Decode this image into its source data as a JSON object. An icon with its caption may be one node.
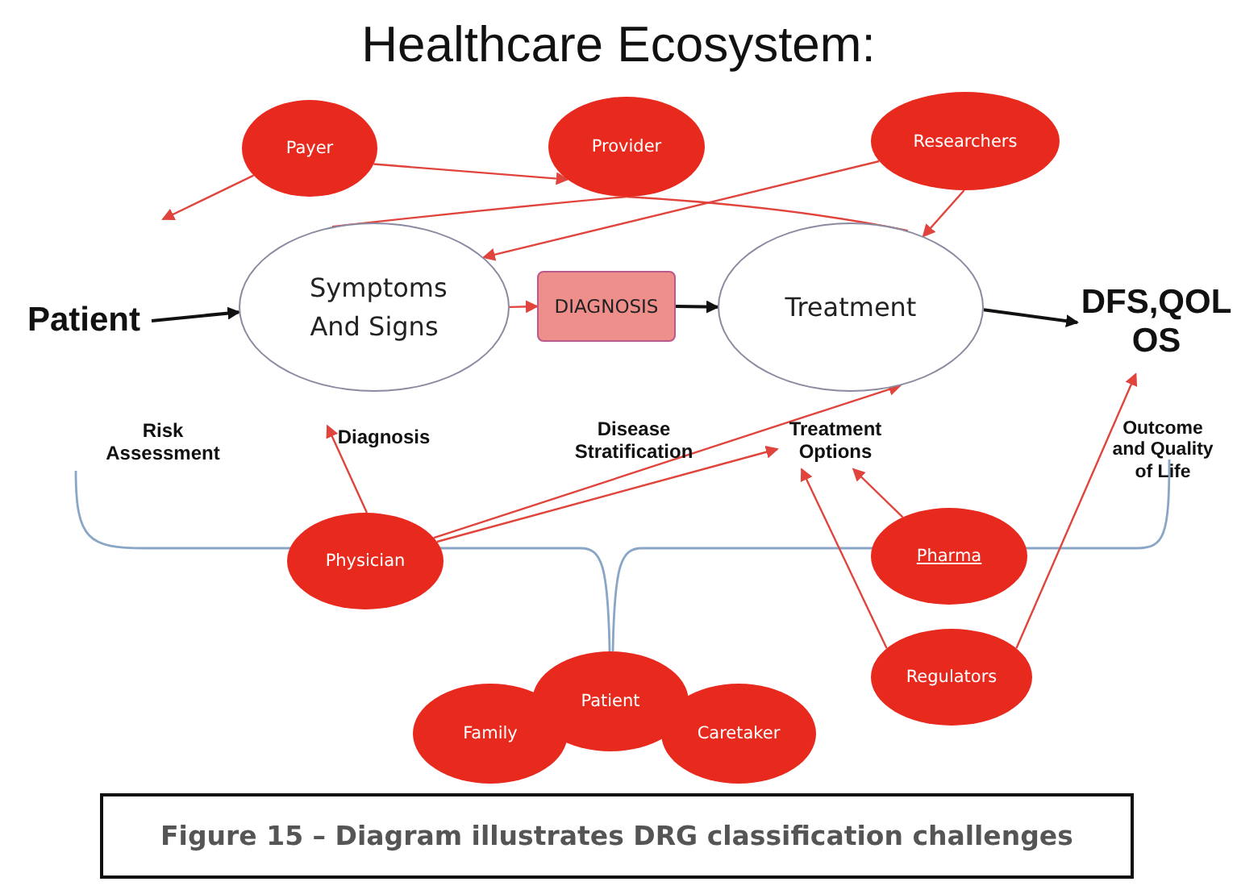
{
  "diagram": {
    "title": "Healthcare Ecosystem:",
    "caption": "Figure 15 – Diagram illustrates DRG classification challenges",
    "nodes": [
      {
        "text": [
          "Payer"
        ]
      },
      {
        "text": [
          "Provider"
        ]
      },
      {
        "text": [
          "Researchers"
        ]
      },
      {
        "text": [
          "Patient"
        ]
      },
      {
        "text": [
          "Symptoms And Signs"
        ]
      },
      {
        "text": [
          "DIAGNOSIS"
        ]
      },
      {
        "text": [
          "Treatment"
        ]
      },
      {
        "text": [
          "DFS,QOL OS"
        ]
      },
      {
        "text": [
          "Risk Assessment"
        ]
      },
      {
        "text": [
          "Diagnosis"
        ]
      },
      {
        "text": [
          "Disease Stratification"
        ]
      },
      {
        "text": [
          "Treatment Options"
        ]
      },
      {
        "text": [
          "Outcome and Quality of Life"
        ]
      },
      {
        "text": [
          "Physician"
        ]
      },
      {
        "text": [
          "Pharma"
        ]
      },
      {
        "text": [
          "Patient"
        ]
      },
      {
        "text": [
          "Family"
        ]
      },
      {
        "text": [
          "Caretaker"
        ]
      },
      {
        "text": [
          "Regulators"
        ]
      }
    ],
    "edges": [
      {
        "from": 3,
        "to": 4,
        "arrow": "to",
        "color": "#111111"
      },
      {
        "from": 4,
        "to": 5,
        "arrow": "to"
      },
      {
        "from": 5,
        "to": 6,
        "arrow": "to",
        "color": "#111111"
      },
      {
        "from": 6,
        "to": 7,
        "arrow": "to",
        "color": "#111111"
      },
      {
        "from": 0,
        "to": null,
        "arrow": "to"
      },
      {
        "from": 0,
        "to": 1,
        "arrow": "to"
      },
      {
        "from": 1,
        "to": 4,
        "arrow": "none"
      },
      {
        "from": 1,
        "to": 6,
        "arrow": "none"
      },
      {
        "from": 2,
        "to": 4,
        "arrow": "to"
      },
      {
        "from": 2,
        "to": 6,
        "arrow": "to"
      },
      {
        "from": 13,
        "to": 9,
        "arrow": "to"
      },
      {
        "from": 13,
        "to": 6,
        "arrow": "to"
      },
      {
        "from": 13,
        "to": 11,
        "arrow": "to"
      },
      {
        "from": 14,
        "to": 11,
        "arrow": "to"
      },
      {
        "from": 18,
        "to": 11,
        "arrow": "to"
      },
      {
        "from": 18,
        "to": 7,
        "arrow": "to"
      }
    ]
  }
}
